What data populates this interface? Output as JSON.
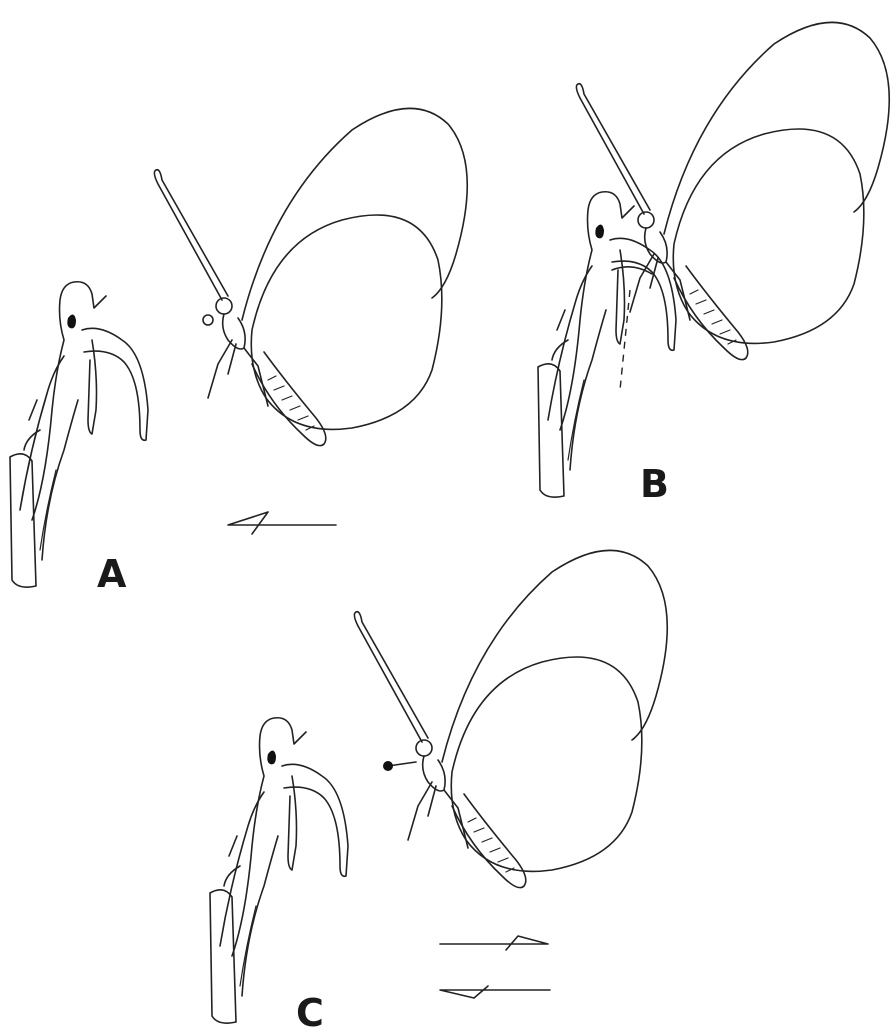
{
  "figure": {
    "panels": [
      {
        "id": "A",
        "label": "A",
        "direction_arrows": 1
      },
      {
        "id": "B",
        "label": "B",
        "direction_arrows": 0
      },
      {
        "id": "C",
        "label": "C",
        "direction_arrows": 2
      }
    ]
  }
}
